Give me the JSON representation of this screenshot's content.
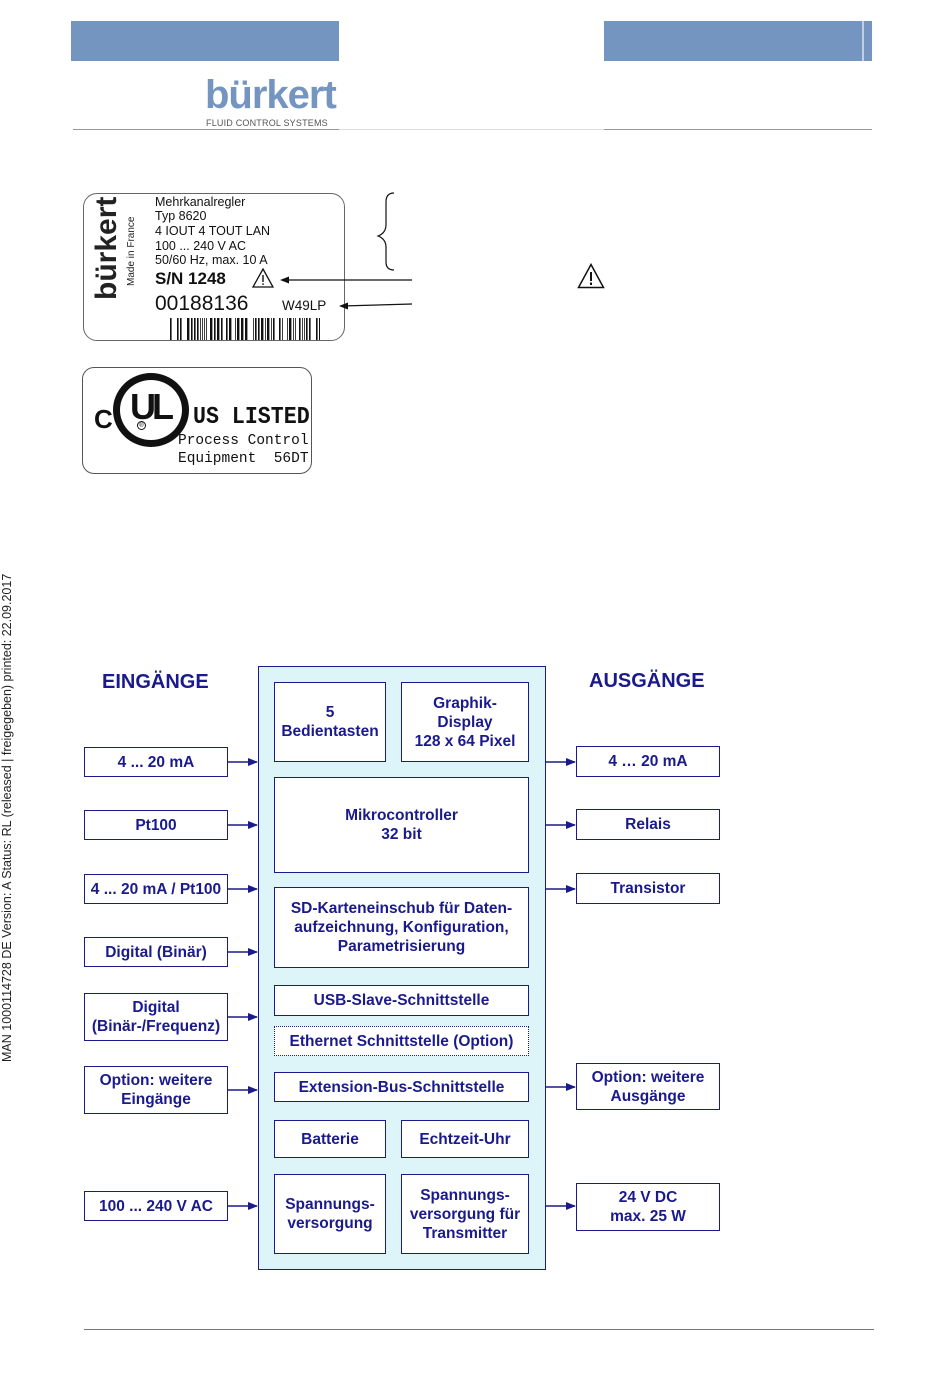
{
  "header": {
    "brand": "bürkert",
    "brand_tagline": "FLUID CONTROL SYSTEMS"
  },
  "side_text": "MAN  1000114728  DE  Version: A Status: RL (released | freigegeben)  printed: 22.09.2017",
  "nameplate": {
    "brand": "bürkert",
    "made_in": "Made in France",
    "lines": [
      "Mehrkanalregler",
      "Typ 8620",
      "4 IOUT 4 TOUT LAN",
      "100 ... 240 V AC",
      "50/60 Hz, max. 10 A"
    ],
    "serial": "S/N 1248",
    "code": "00188136",
    "code2": "W49LP",
    "warning_symbol": "warning-triangle"
  },
  "ul_mark": {
    "c": "C",
    "ul": "UL",
    "listed": "US LISTED",
    "line1": "Process Control",
    "line2": "Equipment  56DT"
  },
  "diagram": {
    "inputs_heading": "EINGÄNGE",
    "outputs_heading": "AUSGÄNGE",
    "inputs": [
      "4 ... 20 mA",
      "Pt100",
      "4 ... 20 mA / Pt100",
      "Digital (Binär)",
      "Digital\n(Binär-/Frequenz)",
      "Option: weitere\nEingänge",
      "100 ... 240 V AC"
    ],
    "outputs": [
      "4 … 20 mA",
      "Relais",
      "Transistor",
      "Option: weitere\nAusgänge",
      "24 V DC\nmax. 25 W"
    ],
    "internal": {
      "keys": "5\nBedientasten",
      "display": "Graphik-\nDisplay\n128 x 64 Pixel",
      "micro": "Mikrocontroller\n32 bit",
      "sd": "SD-Karteneinschub für Daten-\naufzeichnung, Konfiguration,\nParametrisierung",
      "usb": "USB-Slave-Schnittstelle",
      "ethernet": "Ethernet Schnittstelle (Option)",
      "extbus": "Extension-Bus-Schnittstelle",
      "battery": "Batterie",
      "rtc": "Echtzeit-Uhr",
      "psu": "Spannungs-\nversorgung",
      "psu_tx": "Spannungs-\nversorgung für\nTransmitter"
    },
    "colors": {
      "accent": "#1a1a8c",
      "fill": "#ddf4f8",
      "brand": "#7395bf"
    }
  }
}
